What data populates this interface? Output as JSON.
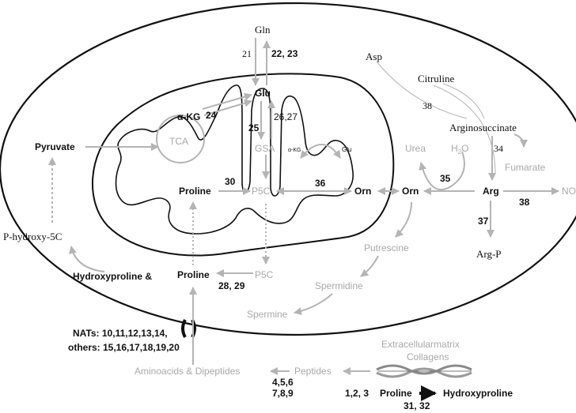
{
  "colors": {
    "black": "#111111",
    "gray": "#a9a9a9",
    "arrow": "#b4b4b4"
  },
  "labels": {
    "gln": "Gln",
    "r21": "21",
    "r22_23": "22, 23",
    "glu_mito": "Glu",
    "akg_mito": "α-KG",
    "r24": "24",
    "r25": "25",
    "r26_27": "26,27",
    "tca": "TCA",
    "gsa": "GSA",
    "akg_small": "α-KG",
    "glu_small": "Glu",
    "pyruvate": "Pyruvate",
    "proline_mito": "Proline",
    "r30": "30",
    "p5c_mito": "P5C",
    "r36": "36",
    "orn_mito": "Orn",
    "orn_cyto": "Orn",
    "asp": "Asp",
    "citruline": "Citruline",
    "r38a": "38",
    "arginosuccinate": "Arginosuccinate",
    "urea": "Urea",
    "h2o_base": "H",
    "h2o_sub": "2",
    "h2o_tail": "O",
    "r34": "34",
    "fumarate": "Fumarate",
    "r35": "35",
    "arg": "Arg",
    "no": "NO",
    "r38b": "38",
    "r37": "37",
    "argp": "Arg-P",
    "p_hydroxy": "P-hydroxy-5C",
    "hydroxyproline_and": "Hydroxyproline &",
    "proline_cyto": "Proline",
    "p5c_cyto": "P5C",
    "r28_29": "28, 29",
    "putrescine": "Putrescine",
    "spermidine": "Spermidine",
    "spermine": "Spermine",
    "nats": "NATs: 10,11,12,13,14,",
    "others": "others: 15,16,17,18,19,20",
    "ecm": "Extracellularmatrix",
    "collagens": "Collagens",
    "aminoacids": "Aminoacids & Dipeptides",
    "r456": "4,5,6",
    "r789": "7,8,9",
    "peptides": "Peptides",
    "r123": "1,2, 3",
    "proline_ext": "Proline",
    "hydroxyproline_ext": "Hydroxyproline",
    "r31_32": "31, 32"
  }
}
